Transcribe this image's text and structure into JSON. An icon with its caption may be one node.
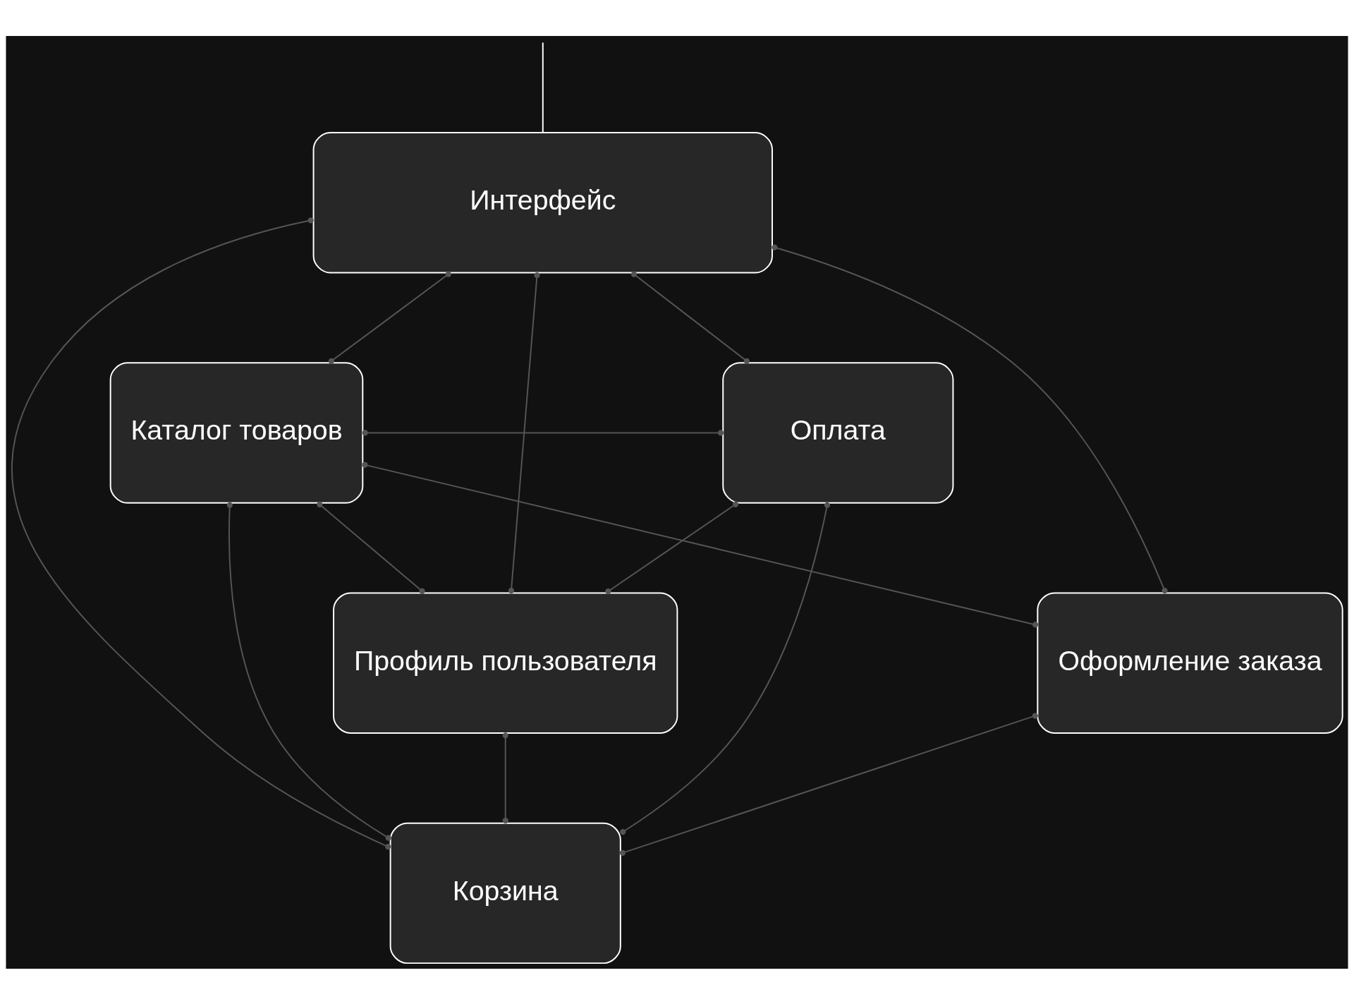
{
  "diagram": {
    "nodes": [
      {
        "text": [
          "Интерфейс"
        ]
      },
      {
        "text": [
          "Каталог товаров"
        ]
      },
      {
        "text": [
          "Оплата"
        ]
      },
      {
        "text": [
          "Профиль пользователя"
        ]
      },
      {
        "text": [
          "Корзина"
        ]
      },
      {
        "text": [
          "Оформление заказа"
        ]
      }
    ],
    "edges": [
      {
        "from": null,
        "to": 0,
        "arrow": "none",
        "color": "#ffffff"
      },
      {
        "from": 0,
        "to": 1,
        "arrow": "other"
      },
      {
        "from": 0,
        "to": 3,
        "arrow": "other"
      },
      {
        "from": 0,
        "to": 4,
        "arrow": "other"
      },
      {
        "from": 0,
        "to": 5,
        "arrow": "other"
      },
      {
        "from": 0,
        "to": 2,
        "arrow": "other"
      },
      {
        "from": 1,
        "to": 2,
        "arrow": "other"
      },
      {
        "from": 1,
        "to": 3,
        "arrow": "other"
      },
      {
        "from": 1,
        "to": 4,
        "arrow": "other"
      },
      {
        "from": 1,
        "to": 5,
        "arrow": "other"
      },
      {
        "from": 2,
        "to": 3,
        "arrow": "other"
      },
      {
        "from": 2,
        "to": 4,
        "arrow": "other"
      },
      {
        "from": 3,
        "to": 4,
        "arrow": "other"
      },
      {
        "from": 4,
        "to": 5,
        "arrow": "other"
      }
    ]
  }
}
